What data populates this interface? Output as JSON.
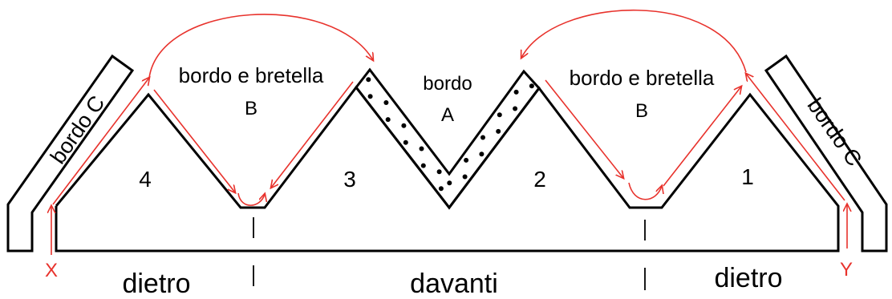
{
  "colors": {
    "arrow": "#e8322c",
    "line": "#000000"
  },
  "labels": {
    "bordo_bretella_left": [
      "bordo e bretella",
      "B"
    ],
    "bordo_A": [
      "bordo",
      "A"
    ],
    "bordo_bretella_right": [
      "bordo e bretella",
      "B"
    ],
    "bordo_C_left": "bordo C",
    "bordo_C_right": "bordo C",
    "panel_4": "4",
    "panel_3": "3",
    "panel_2": "2",
    "panel_1": "1",
    "dietro_left": "dietro",
    "davanti": "davanti",
    "dietro_right": "dietro",
    "marker_X": "X",
    "marker_Y": "Y"
  }
}
